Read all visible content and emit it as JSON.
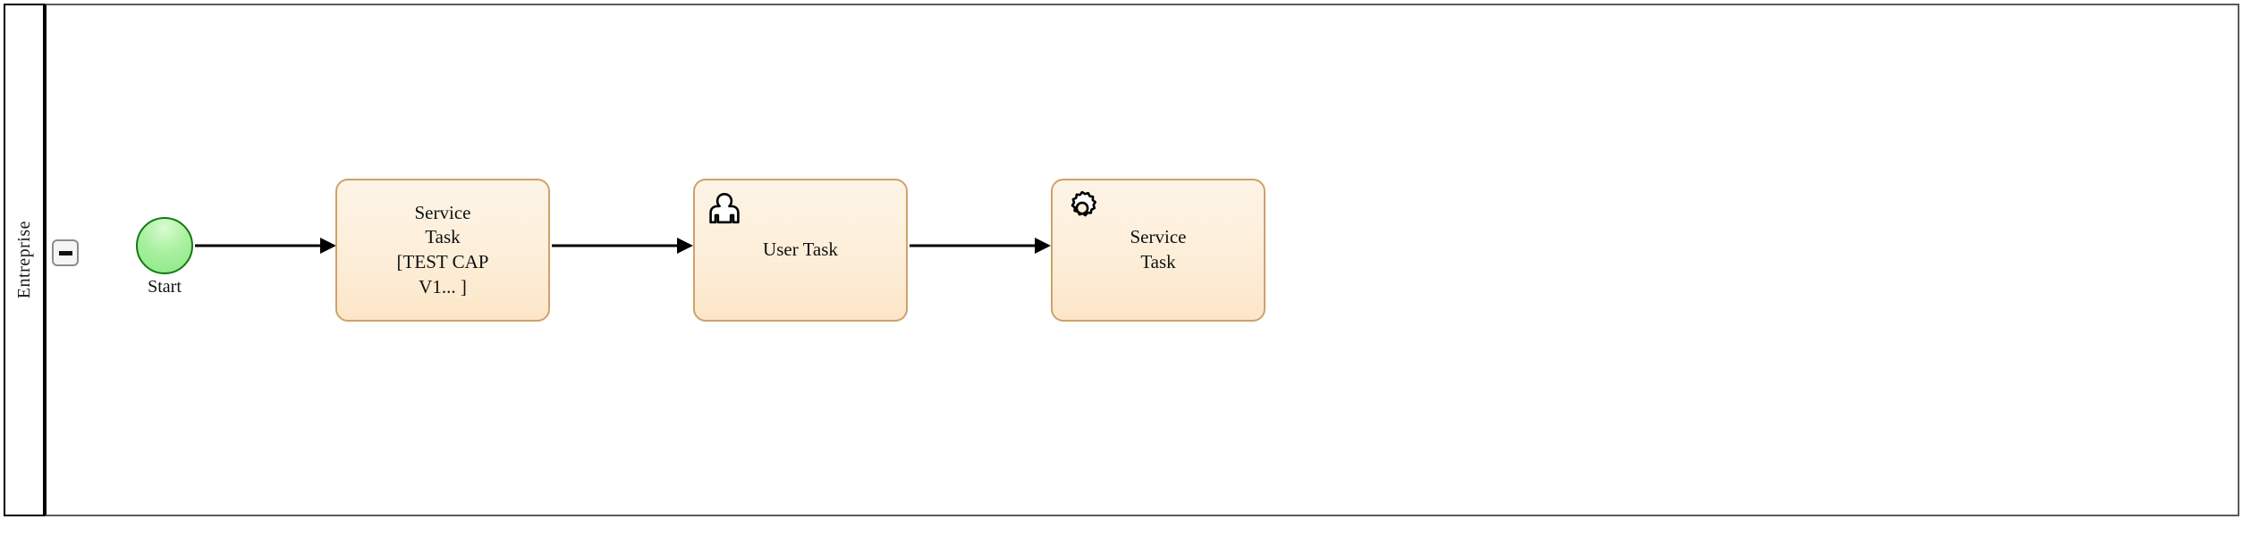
{
  "diagram": {
    "type": "bpmn-process",
    "pool": {
      "lane_label": "Entreprise",
      "collapse_button": {
        "icon": "minus-icon",
        "title": "Collapse lane"
      }
    },
    "colors": {
      "task_fill": "#fdeed9",
      "task_border": "#cda26a",
      "start_fill": "#8ce886",
      "start_border": "#127a12",
      "flow_stroke": "#000000",
      "lane_border": "#000000",
      "pool_border": "#5a5a5a"
    },
    "nodes": [
      {
        "id": "start",
        "kind": "start-event",
        "label": "Start",
        "icon": null
      },
      {
        "id": "task1",
        "kind": "service-task",
        "label": "Service\nTask\n[TEST CAP\nV1... ]",
        "icon": null
      },
      {
        "id": "task2",
        "kind": "user-task",
        "label": "User Task",
        "icon": "user-icon"
      },
      {
        "id": "task3",
        "kind": "service-task",
        "label": "Service\nTask",
        "icon": "gear-icon"
      }
    ],
    "flows": [
      {
        "id": "flow1",
        "from": "start",
        "to": "task1",
        "label": ""
      },
      {
        "id": "flow2",
        "from": "task1",
        "to": "task2",
        "label": ""
      },
      {
        "id": "flow3",
        "from": "task2",
        "to": "task3",
        "label": ""
      }
    ]
  }
}
